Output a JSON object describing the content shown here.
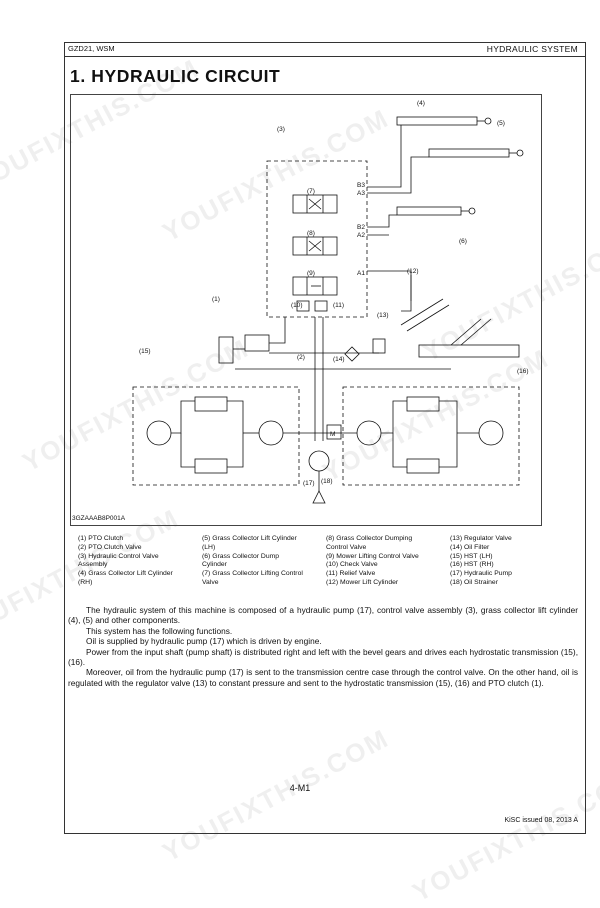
{
  "header": {
    "model": "GZD21, WSM",
    "section": "HYDRAULIC SYSTEM"
  },
  "title": "1.  HYDRAULIC  CIRCUIT",
  "diagram": {
    "code": "3GZAAAB8P001A",
    "callouts": [
      "(1)",
      "(2)",
      "(3)",
      "(4)",
      "(5)",
      "(6)",
      "(7)",
      "(8)",
      "(9)",
      "(10)",
      "(11)",
      "(12)",
      "(13)",
      "(14)",
      "(15)",
      "(16)",
      "(17)",
      "(18)"
    ],
    "port_labels": {
      "b3": "B3",
      "a3": "A3",
      "b2": "B2",
      "a2": "A2",
      "a1": "A1",
      "m": "M"
    }
  },
  "legend": {
    "col1": [
      "(1)  PTO Clutch",
      "(2)  PTO Clutch Valve",
      "(3)  Hydraulic Control Valve",
      "        Assembly",
      "(4)  Grass Collector Lift Cylinder",
      "        (RH)"
    ],
    "col2": [
      "(5)  Grass Collector Lift Cylinder",
      "        (LH)",
      "(6)  Grass Collector Dump",
      "        Cylinder",
      "(7)  Grass Collector Lifting Control",
      "        Valve"
    ],
    "col3": [
      "(8)  Grass Collector Dumping",
      "        Control Valve",
      "(9)  Mower Lifting Control Valve",
      "(10) Check Valve",
      "(11) Relief Valve",
      "(12) Mower Lift Cylinder"
    ],
    "col4": [
      "(13) Regulator Valve",
      "(14) Oil Filter",
      "(15) HST (LH)",
      "(16) HST (RH)",
      "(17) Hydraulic Pump",
      "(18) Oil Strainer"
    ]
  },
  "body": {
    "p1": "The hydraulic system of this machine is composed of a hydraulic pump (17), control valve assembly (3), grass collector lift cylinder (4), (5) and other components.",
    "p2": "This system has the following functions.",
    "p3": "Oil is supplied by hydraulic pump (17) which is driven by engine.",
    "p4": "Power from the input shaft (pump shaft) is distributed right and left with the bevel gears and drives each hydrostatic transmission (15), (16).",
    "p5": "Moreover, oil from the hydraulic pump (17) is sent to the transmission centre case through the control valve.  On the other hand, oil is regulated with the regulator valve (13) to constant pressure and sent to the hydrostatic transmission (15), (16) and PTO clutch (1)."
  },
  "footer": {
    "page": "4-M1",
    "issued": "KiSC issued 08, 2013 A"
  },
  "watermark": "YOUFIXTHIS.COM"
}
